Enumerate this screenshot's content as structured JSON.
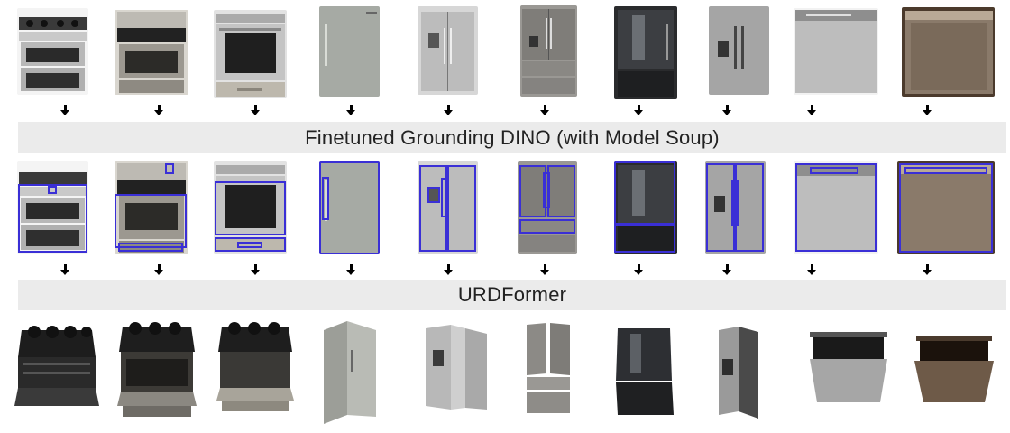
{
  "banner_top": "Finetuned Grounding DINO (with Model Soup)",
  "banner_bottom": "URDFormer",
  "colors": {
    "banner_bg": "#ebebeb",
    "bbox": "#3a2fd6",
    "arrow": "#000000"
  },
  "appliances": [
    {
      "kind": "gas-range"
    },
    {
      "kind": "electric-range"
    },
    {
      "kind": "wall-oven"
    },
    {
      "kind": "single-door-fridge"
    },
    {
      "kind": "side-by-side-fridge"
    },
    {
      "kind": "french-door-fridge"
    },
    {
      "kind": "dark-fridge"
    },
    {
      "kind": "side-by-side-fridge-2"
    },
    {
      "kind": "dishwasher"
    },
    {
      "kind": "dishwasher-2"
    }
  ]
}
